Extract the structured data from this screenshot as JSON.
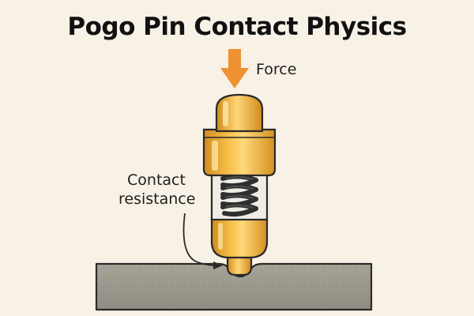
{
  "title": "Pogo Pin Contact Physics",
  "labels": {
    "force": "Force",
    "contact_line1": "Contact",
    "contact_line2": "resistance"
  },
  "colors": {
    "background": "#f8f1e6",
    "arrow": "#ef9233",
    "pin_gold": "#f2b536",
    "pin_gold_dark": "#d4901f",
    "pin_highlight": "#ffd97a",
    "outline": "#2a2a2a",
    "surface": "#9a978c",
    "spring": "#3a3a3a",
    "window": "#efece6"
  }
}
